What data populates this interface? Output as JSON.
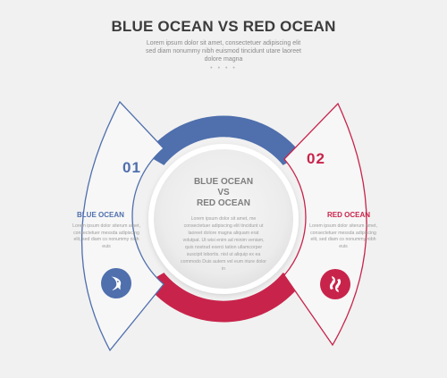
{
  "header": {
    "title": "BLUE OCEAN VS RED OCEAN",
    "subtitle": "Lorem ipsum dolor sit amet, consectetuer adipiscing elit sed diam nonummy nibh euismod tincidunt utare laoreet dolore magna",
    "dots": "• • • •"
  },
  "center": {
    "title_line1": "BLUE OCEAN",
    "title_line2": "VS",
    "title_line3": "RED OCEAN",
    "text": "Lorem ipsum dolor sit amet, me consectetuer adipiscing elit tincidunt ut laoreet dolore magna aliquam erat volutpat. Ut wisi enim ad minim veniam, quis nostrud exerci tation ullamcorper suscipit lobortis. nisl ut aliquip ex ea commodo Duis autem vel eum iriure dolor in"
  },
  "left": {
    "number": "01",
    "title": "BLUE OCEAN",
    "text": "Lorem ipsum dolor siterum amet, consectetuer messda adipiscing elit, sed diam co nonummy nibh euis",
    "icon": "fish-icon",
    "color": "#4f6fad"
  },
  "right": {
    "number": "02",
    "title": "RED OCEAN",
    "text": "Lorem ipsum dolor siterum amet, consectetuer messda adipiscing elit, sed diam co nonummy nibh euis",
    "icon": "koi-fish-icon",
    "color": "#c8244b"
  }
}
